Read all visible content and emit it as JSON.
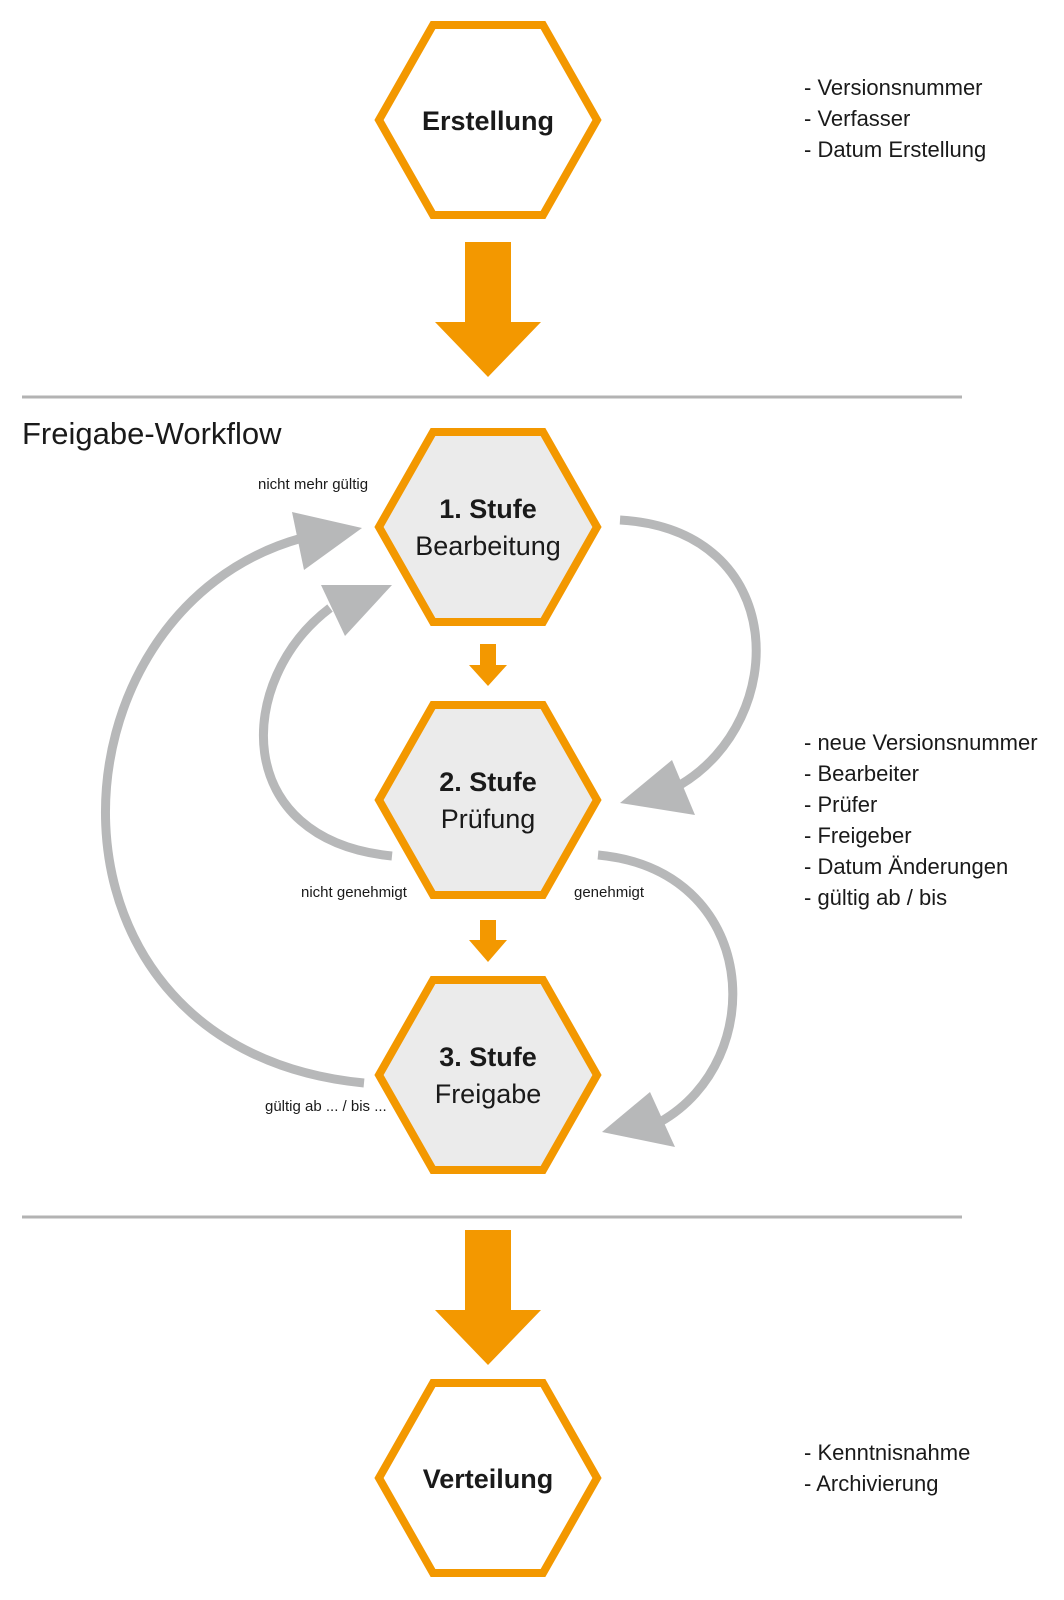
{
  "colors": {
    "orange": "#F39800",
    "gray_arrow": "#B7B8B9",
    "fill_stage": "#EBEBEB",
    "rule": "#B3B3B3",
    "text": "#1A1A1A"
  },
  "top": {
    "title": "Erstellung",
    "notes": [
      "- Versionsnummer",
      "- Verfasser",
      "- Datum Erstellung"
    ]
  },
  "workflow": {
    "section_title": "Freigabe-Workflow",
    "stages": [
      {
        "number": "1. Stufe",
        "name": "Bearbeitung"
      },
      {
        "number": "2. Stufe",
        "name": "Prüfung"
      },
      {
        "number": "3. Stufe",
        "name": "Freigabe"
      }
    ],
    "labels": {
      "not_valid": "nicht mehr gültig",
      "not_approved": "nicht genehmigt",
      "approved": "genehmigt",
      "valid_from_to": "gültig ab ... / bis ..."
    },
    "notes": [
      "- neue Versionsnummer",
      "- Bearbeiter",
      "- Prüfer",
      "- Freigeber",
      "- Datum Änderungen",
      "- gültig ab / bis"
    ]
  },
  "bottom": {
    "title": "Verteilung",
    "notes": [
      "- Kenntnisnahme",
      "- Archivierung"
    ]
  }
}
